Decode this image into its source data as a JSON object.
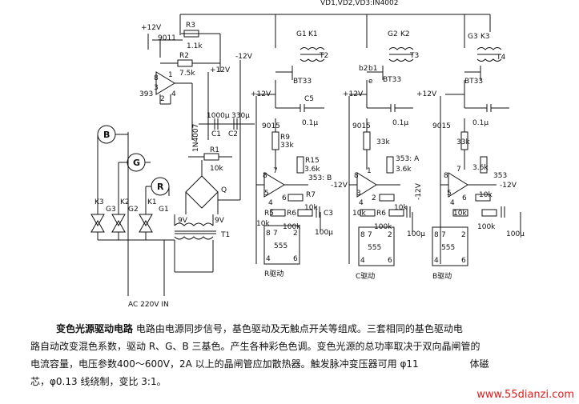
{
  "header_fragment": "VD1,VD2,VD3:IN4002",
  "supplies": {
    "pos12": "+12V",
    "neg12": "-12V"
  },
  "left": {
    "transistor": "9011",
    "r3": "R3",
    "r3_val": "1.1k",
    "r2": "R2",
    "r2_val": "7.5k",
    "comp": "393",
    "pin8": "8",
    "pin3": "3",
    "pin2": "2",
    "pin4": "4",
    "pin1": "1",
    "cap_val": "1000μ",
    "c1": "C1",
    "diode": "1N4007",
    "c2_val": "330μ",
    "c2": "C2",
    "r1": "R1",
    "r1_val": "10k",
    "q": "Q",
    "v1": "9V",
    "v2": "9V",
    "t1": "T1",
    "ac_in": "AC 220V IN"
  },
  "meters": {
    "b": "B",
    "g": "G",
    "r": "R"
  },
  "triacs": {
    "k3": "K3",
    "g3": "G3",
    "k2": "K2",
    "g2": "G2",
    "k1": "K1",
    "g1": "G1"
  },
  "ch_r": {
    "gate": "G1",
    "k": "K1",
    "t": "T2",
    "ujt": "BT33",
    "q": "9015",
    "c5": "C5",
    "c5_val": "0.1μ",
    "r9": "R9",
    "r9_val": "33k",
    "r15": "R15",
    "r15_val": "3.6k",
    "ic": "353: B",
    "pin8": "8",
    "pin7": "7",
    "pin5": "5",
    "pin6": "6",
    "pin4": "4",
    "r7": "R7",
    "r7_val": "10k",
    "r5": "R5",
    "r5_val": "10k",
    "r6": "R6",
    "r6_val": "100k",
    "c3": "C3",
    "c3_val": "100μ",
    "timer": "555",
    "t8": "8",
    "t7": "7",
    "t2": "2",
    "t4": "4",
    "t6": "6",
    "caption": "R驱动"
  },
  "ch_c": {
    "gate": "G2",
    "k": "K2",
    "t": "T3",
    "ujt": "BT33",
    "b2": "b2",
    "b1": "b1",
    "e": "e",
    "q": "9015",
    "c_val": "0.1μ",
    "r_val": "33k",
    "r15_val": "3.6k",
    "ic": "353: A",
    "pin8": "8",
    "pin3": "3",
    "pin2": "2",
    "pin4": "4",
    "pin1": "1",
    "r7_val": "10k",
    "r5_val": "10k",
    "r6": "R6",
    "r6_val": "100k",
    "c3_val": "100μ",
    "timer": "555",
    "t8": "8",
    "t7": "7",
    "t2": "2",
    "t4": "4",
    "t6": "6",
    "caption": "C驱动"
  },
  "ch_b": {
    "gate": "G3",
    "k": "K3",
    "t": "T4",
    "ujt": "BT33",
    "q": "9015",
    "c_val": "0.1μ",
    "r_val": "33k",
    "r15_val": "3.6k",
    "ic": "353",
    "pin8": "8",
    "pin7": "7",
    "pin5": "5",
    "pin6": "6",
    "pin4": "4",
    "r7_val": "10k",
    "r5_val": "10k",
    "r6_val": "100k",
    "c3_val": "100μ",
    "timer": "555",
    "t8": "8",
    "t7": "7",
    "t2": "2",
    "t4": "4",
    "t6": "6",
    "caption": "B驱动"
  },
  "caption": {
    "title": "变色光源驱动电路",
    "line1": "电路由电源同步信号，基色驱动及无触点开关等组成。三套相同的基色驱动电",
    "line2": "路自动改变混色系数，驱动 R、G、B 三基色。产生各种彩色色调。变色光源的总功率取决于双向晶闸管的",
    "line3": "电流容量，电压参数400～600V，2A 以上的晶闸管应加散热器。触发脉冲变压器可用 φ11",
    "line3_tail": "体磁",
    "line4": "芯，φ0.13 线绕制，变比 3:1。"
  },
  "watermark": "www.55dianzi.com"
}
